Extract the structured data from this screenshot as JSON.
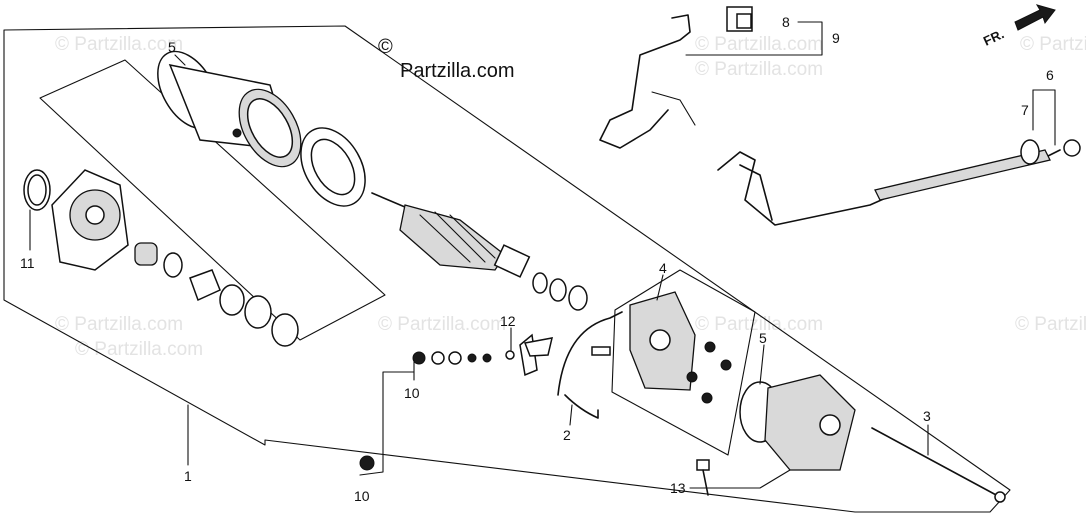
{
  "brand": {
    "copyright_symbol": "©",
    "text": "Partzilla.com"
  },
  "watermarks": [
    "© Partzilla.com",
    "© Partzilla.com",
    "© Partzilla.com",
    "© Partzilla.com",
    "© Partzilla.com",
    "© Partzilla.com",
    "© Partzilla.com",
    "© Partzilla.com",
    "© Partzilla.com"
  ],
  "direction_marker": {
    "label": "FR."
  },
  "callouts": {
    "c1": "1",
    "c2": "2",
    "c3": "3",
    "c4": "4",
    "c5a": "5",
    "c5b": "5",
    "c6": "6",
    "c7": "7",
    "c8": "8",
    "c9": "9",
    "c10a": "10",
    "c10b": "10",
    "c11": "11",
    "c12": "12",
    "c13": "13"
  }
}
